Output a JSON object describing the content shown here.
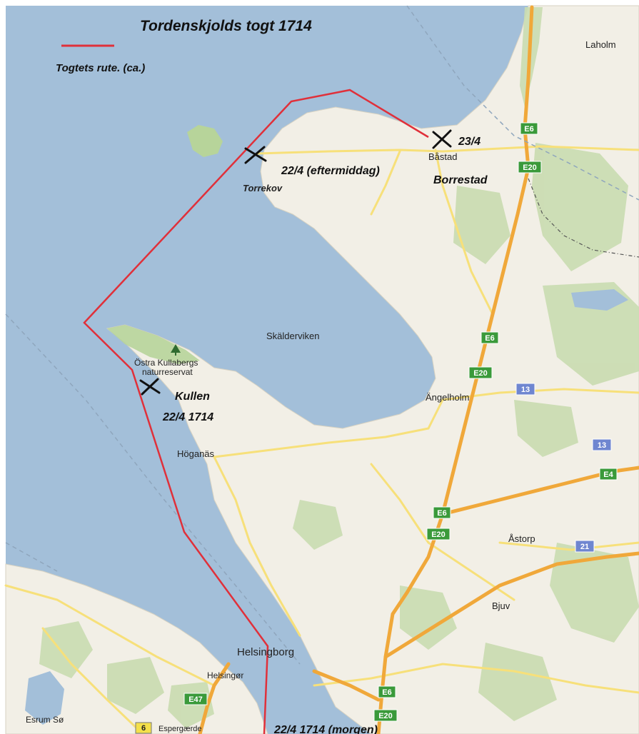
{
  "title": "Tordenskjolds togt 1714",
  "legend": {
    "label": "Togtets rute. (ca.)",
    "color": "#e0303a"
  },
  "colors": {
    "sea": "#a3bfd9",
    "land": "#f2efe6",
    "forest": "#c9dcb0",
    "road_major": "#f0a83a",
    "road_minor": "#f7e07a",
    "route": "#e0303a"
  },
  "places": {
    "laholm": "Laholm",
    "bastad": "Båstad",
    "torrekov": "Torrekov",
    "skalderviken": "Skälderviken",
    "ostra_kullabergs_1": "Östra Kullabergs",
    "ostra_kullabergs_2": "naturreservat",
    "angelholm": "Ängelholm",
    "hoganas": "Höganäs",
    "astorp": "Åstorp",
    "bjuv": "Bjuv",
    "helsingborg": "Helsingborg",
    "helsingor": "Helsingør",
    "esrum": "Esrum Sø",
    "espergaerde": "Espergærde"
  },
  "annotations": {
    "date_23": "23/4",
    "eftermiddag": "22/4 (eftermiddag)",
    "borrestad": "Borrestad",
    "kullen": "Kullen",
    "kullen_date": "22/4 1714",
    "morgen": "22/4 1714 (morgen)"
  },
  "shields": {
    "e6": "E6",
    "e20": "E20",
    "e47": "E47",
    "e4": "E4",
    "r13": "13",
    "r21": "21",
    "r6": "6"
  },
  "icons": {
    "marker": "x-cross-marker-icon",
    "park": "tree-icon"
  }
}
